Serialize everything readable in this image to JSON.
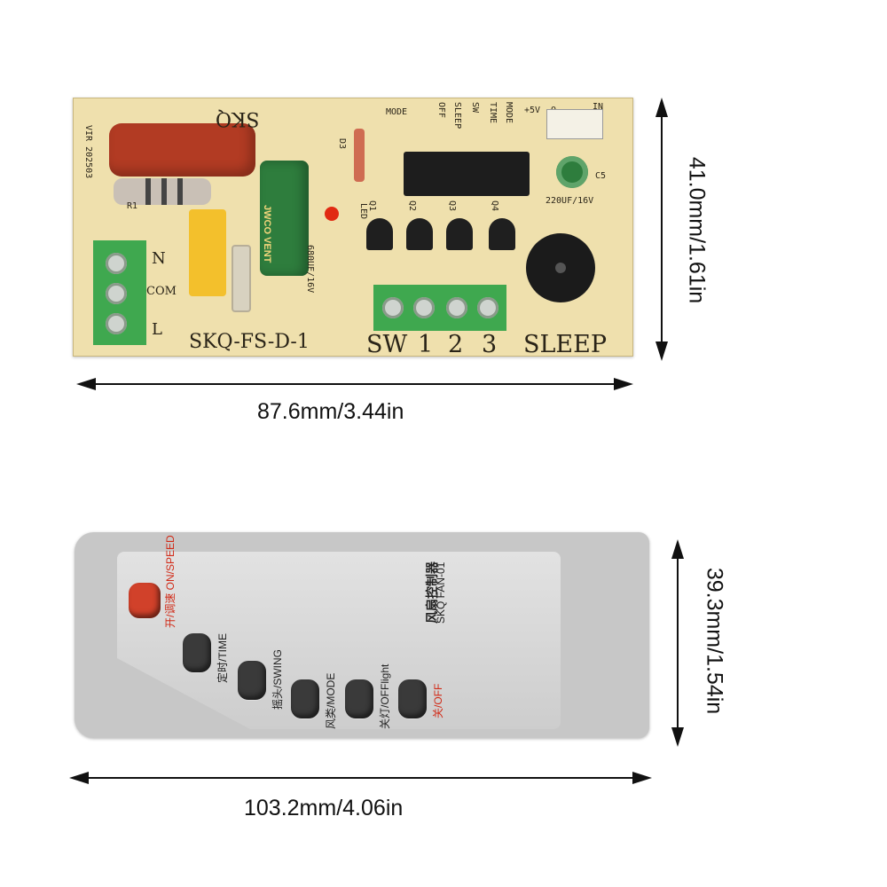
{
  "pcb": {
    "model_label": "SKQ-FS-D-1",
    "brand_label": "SKQ",
    "sw_label": "SW",
    "sw_1": "1",
    "sw_2": "2",
    "sw_3": "3",
    "sleep_label": "SLEEP",
    "terminal_n": "N",
    "terminal_com": "COM",
    "terminal_l": "L",
    "mode_label": "MODE",
    "v5_label": "+5V",
    "o_label": "O",
    "in_label": "IN",
    "cap_label": "220UF/16V",
    "c5_label": "C5",
    "r1_label": "R1",
    "d3_label": "D3",
    "led_label": "LED",
    "elcap_text": "JWCO VENT",
    "cap680_label": "680UF/16V",
    "date_code": "VIR 202503",
    "q1_label": "Q1",
    "q2_label": "Q2",
    "q3_label": "Q3",
    "q4_label": "Q4",
    "header_off": "OFF",
    "header_sleep": "SLEEP",
    "header_sw": "SW",
    "header_time": "TIME",
    "header_mode": "MODE"
  },
  "dimensions": {
    "pcb_width": "87.6mm/3.44in",
    "pcb_height": "41.0mm/1.61in",
    "remote_width": "103.2mm/4.06in",
    "remote_height": "39.3mm/1.54in"
  },
  "remote": {
    "title_cn": "风扇控制器",
    "title_model": "SKQ FAN-01",
    "buttons": [
      {
        "label": "开/调速 ON/SPEED",
        "color": "red"
      },
      {
        "label": "定时/TIME",
        "color": "dark"
      },
      {
        "label": "摇头/SWING",
        "color": "dark"
      },
      {
        "label": "风类/MODE",
        "color": "dark"
      },
      {
        "label": "关灯/OFFlight",
        "color": "dark"
      },
      {
        "label": "关/OFF",
        "color": "dark"
      }
    ]
  },
  "colors": {
    "pcb": "#efe0ad",
    "terminal": "#3fa84f",
    "remote_body": "#c7c7c7",
    "power_button": "#d1412a",
    "button": "#3a3a3a"
  }
}
